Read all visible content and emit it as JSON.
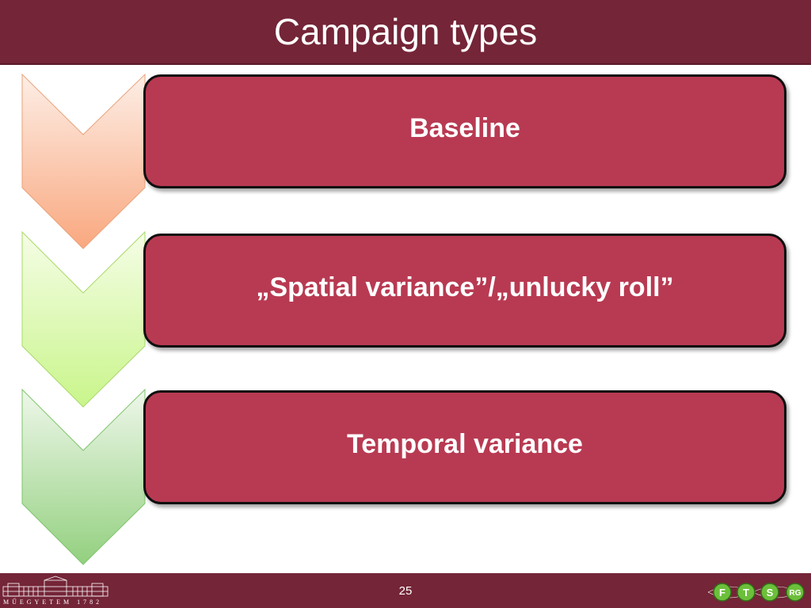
{
  "slide": {
    "title": "Campaign types",
    "page_number": "25"
  },
  "steps": [
    {
      "label": "Baseline",
      "chevron_color": "peach"
    },
    {
      "label": "„Spatial variance”/„unlucky roll”",
      "chevron_color": "light-green"
    },
    {
      "label": "Temporal variance",
      "chevron_color": "green"
    }
  ],
  "footer": {
    "university_text": "MŰEGYETEM 1782",
    "lab_logo_letters": [
      "F",
      "T",
      "S",
      "RG"
    ]
  },
  "colors": {
    "header_bg": "#742537",
    "box_fill": "#b83a52",
    "box_border": "#0f0f0f",
    "title_text": "#ffffff"
  }
}
